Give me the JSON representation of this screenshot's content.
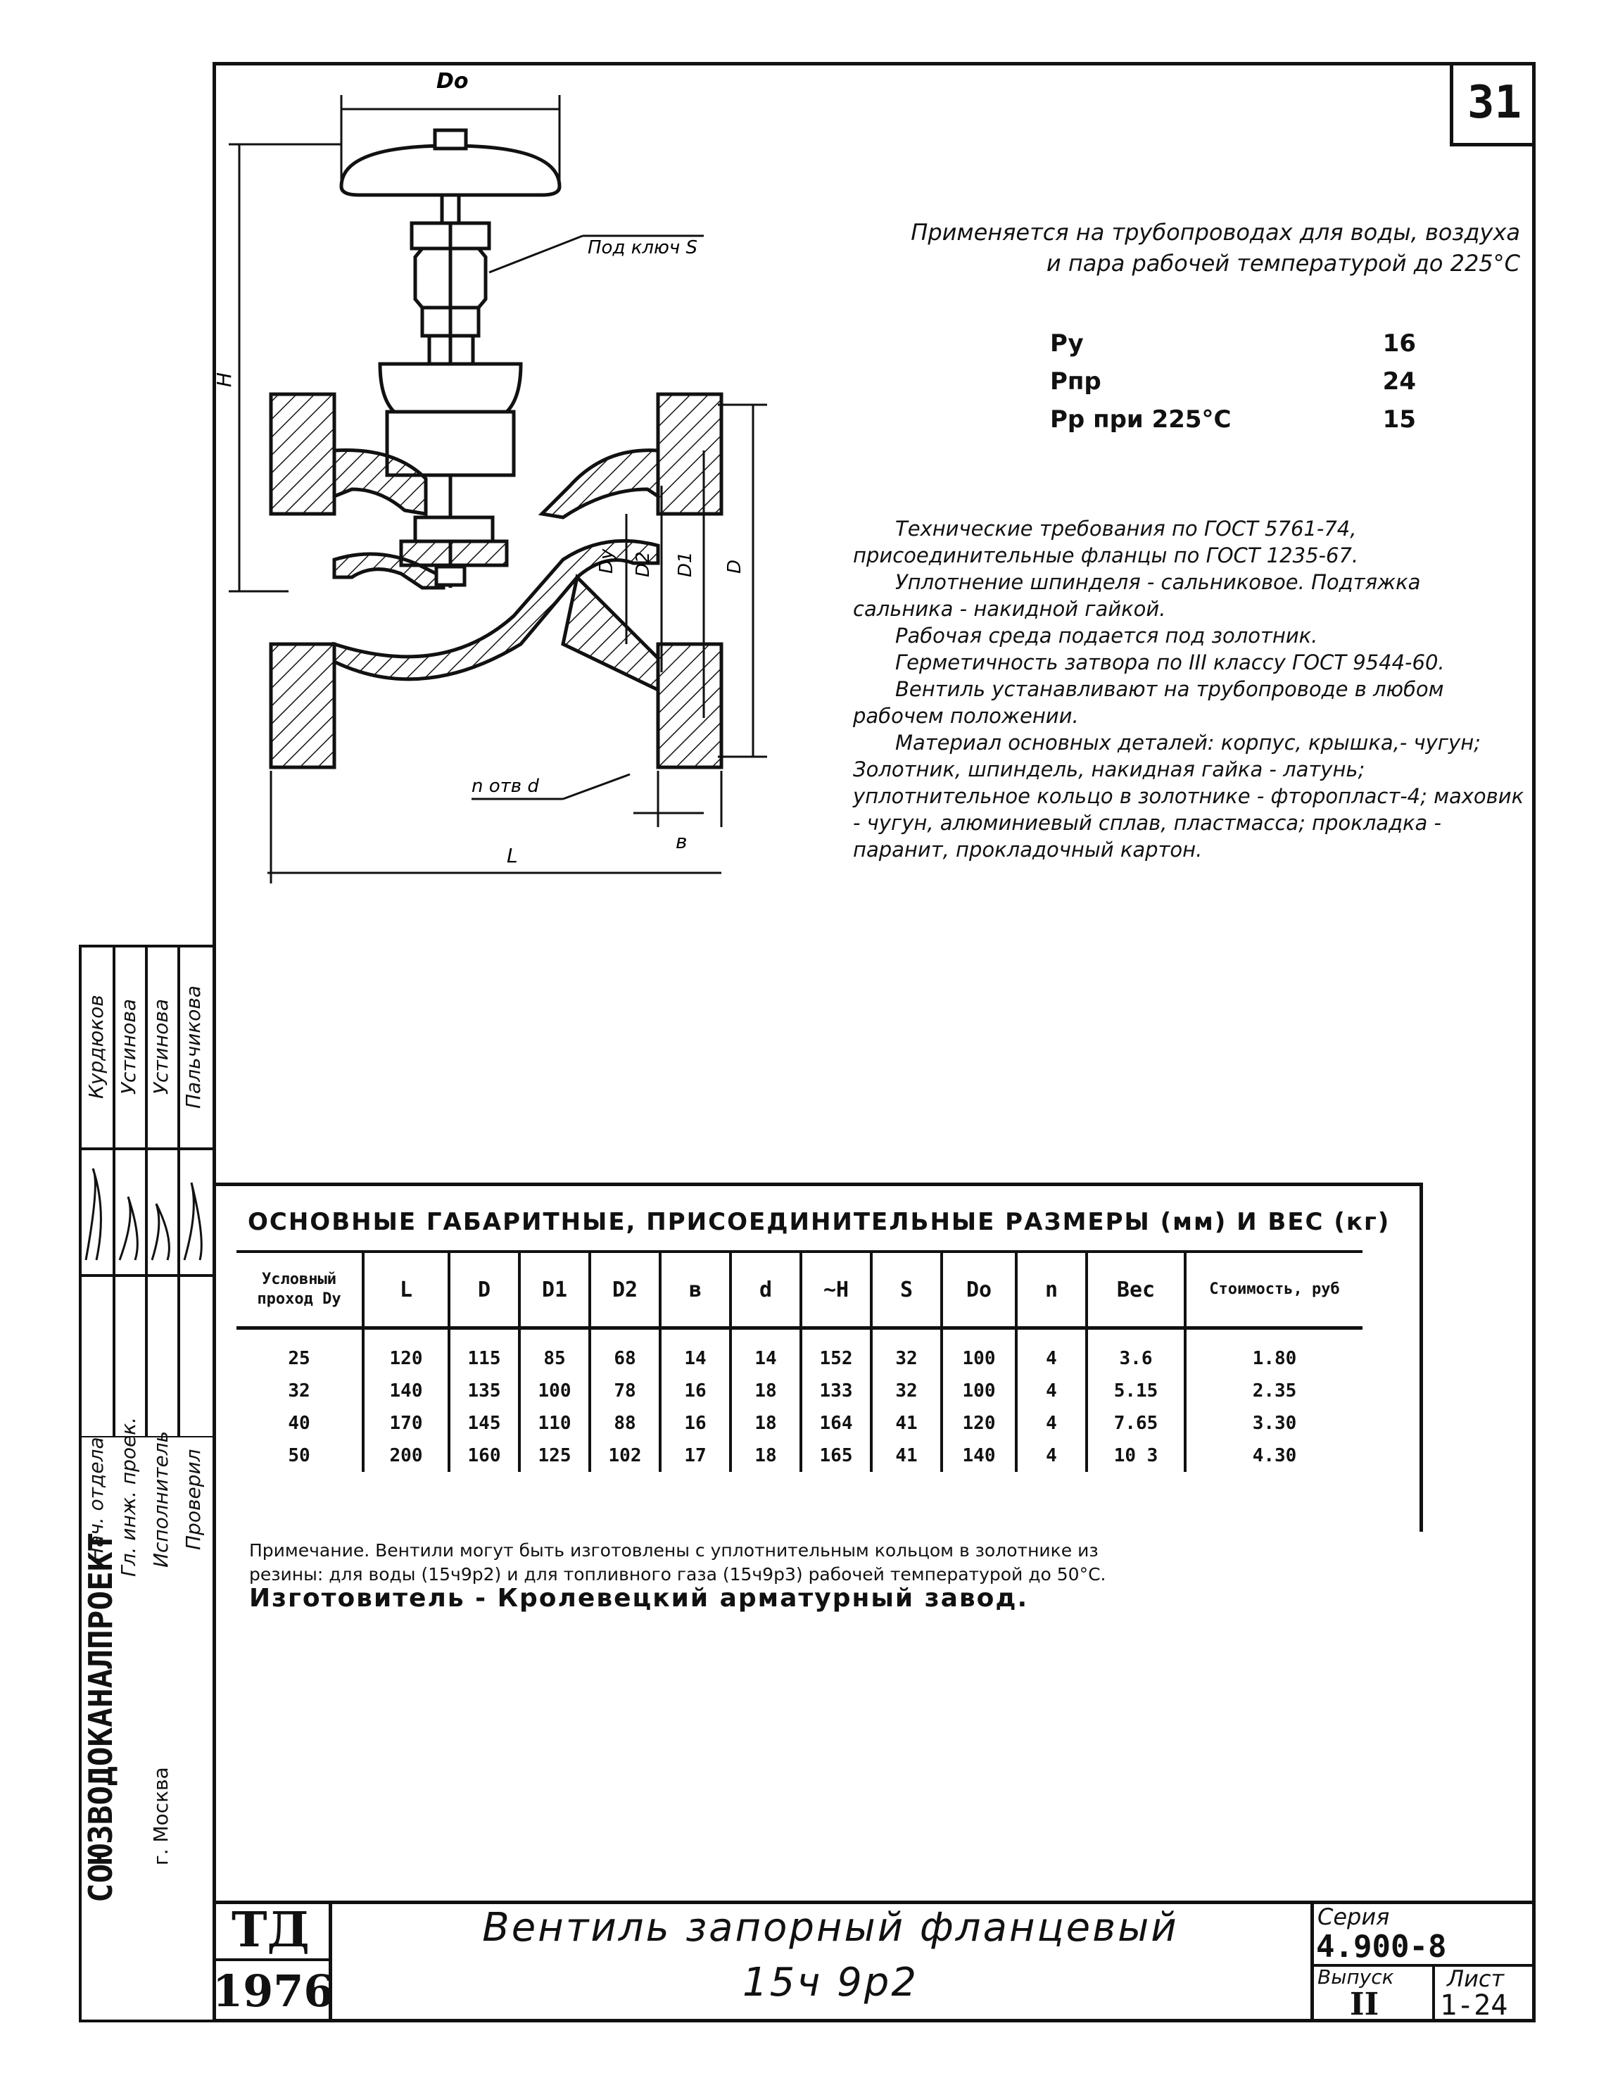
{
  "sheet_number": "31",
  "application_text": {
    "line1": "Применяется на трубопроводах для воды, воздуха",
    "line2": "и пара рабочей температурой до 225°С"
  },
  "pressures": [
    {
      "label": "Py",
      "value": "16"
    },
    {
      "label": "Pпр",
      "value": "24"
    },
    {
      "label": "Pp при 225°С",
      "value": "15"
    }
  ],
  "notes": [
    "Технические требования по ГОСТ 5761-74, присоединительные фланцы по ГОСТ 1235-67.",
    "Уплотнение шпинделя - сальниковое. Подтяжка сальника - накидной гайкой.",
    "Рабочая среда подается под золотник.",
    "Герметичность затвора по III классу ГОСТ 9544-60.",
    "Вентиль устанавливают на трубопроводе в любом рабочем положении.",
    "Материал основных деталей: корпус, крышка,- чугун; Золотник, шпиндель, накидная гайка - латунь; уплотнительное кольцо в золотнике - фторопласт-4; маховик - чугун, алюминиевый сплав, пластмасса; прокладка - паранит, прокладочный картон."
  ],
  "drawing": {
    "labels": {
      "do": "Dо",
      "key": "Под ключ S",
      "h": "H",
      "dy": "Dy",
      "d2": "D2",
      "d1": "D1",
      "d": "D",
      "holes": "n отв d",
      "b": "в",
      "l": "L"
    }
  },
  "stamp": {
    "roles": [
      "Нач. отдела",
      "Гл. инж. проек.",
      "Исполнитель",
      "Проверил"
    ],
    "names": [
      "Курдюков",
      "Устинова",
      "Устинова",
      "Пальчикова"
    ],
    "organization": "СОЮЗВОДОКАНАЛПРОЕКТ",
    "city": "г. Москва"
  },
  "table": {
    "title": "ОСНОВНЫЕ ГАБАРИТНЫЕ, ПРИСОЕДИНИТЕЛЬНЫЕ РАЗМЕРЫ (мм) И ВЕС (кг)",
    "headers": [
      "Условный проход Dy",
      "L",
      "D",
      "D1",
      "D2",
      "в",
      "d",
      "~H",
      "S",
      "Dо",
      "n",
      "Вес",
      "Стоимость, руб"
    ],
    "rows": [
      [
        "25",
        "120",
        "115",
        "85",
        "68",
        "14",
        "14",
        "152",
        "32",
        "100",
        "4",
        "3.6",
        "1.80"
      ],
      [
        "32",
        "140",
        "135",
        "100",
        "78",
        "16",
        "18",
        "133",
        "32",
        "100",
        "4",
        "5.15",
        "2.35"
      ],
      [
        "40",
        "170",
        "145",
        "110",
        "88",
        "16",
        "18",
        "164",
        "41",
        "120",
        "4",
        "7.65",
        "3.30"
      ],
      [
        "50",
        "200",
        "160",
        "125",
        "102",
        "17",
        "18",
        "165",
        "41",
        "140",
        "4",
        "10 3",
        "4.30"
      ]
    ]
  },
  "footnote": {
    "line1": "Примечание. Вентили могут быть изготовлены с уплотнительным кольцом в золотнике из",
    "line2": "резины: для воды (15ч9р2) и для топливного газа (15ч9р3) рабочей температурой до 50°С.",
    "maker": "Изготовитель - Кролевецкий арматурный завод."
  },
  "title_block": {
    "code": "ТД",
    "year": "1976",
    "title": "Вентиль запорный фланцевый",
    "model": "15ч 9р2",
    "series_label": "Серия",
    "series_value": "4.900-8",
    "issue_label": "Выпуск",
    "issue_value": "II",
    "sheet_label": "Лист",
    "sheet_value": "1-24"
  }
}
